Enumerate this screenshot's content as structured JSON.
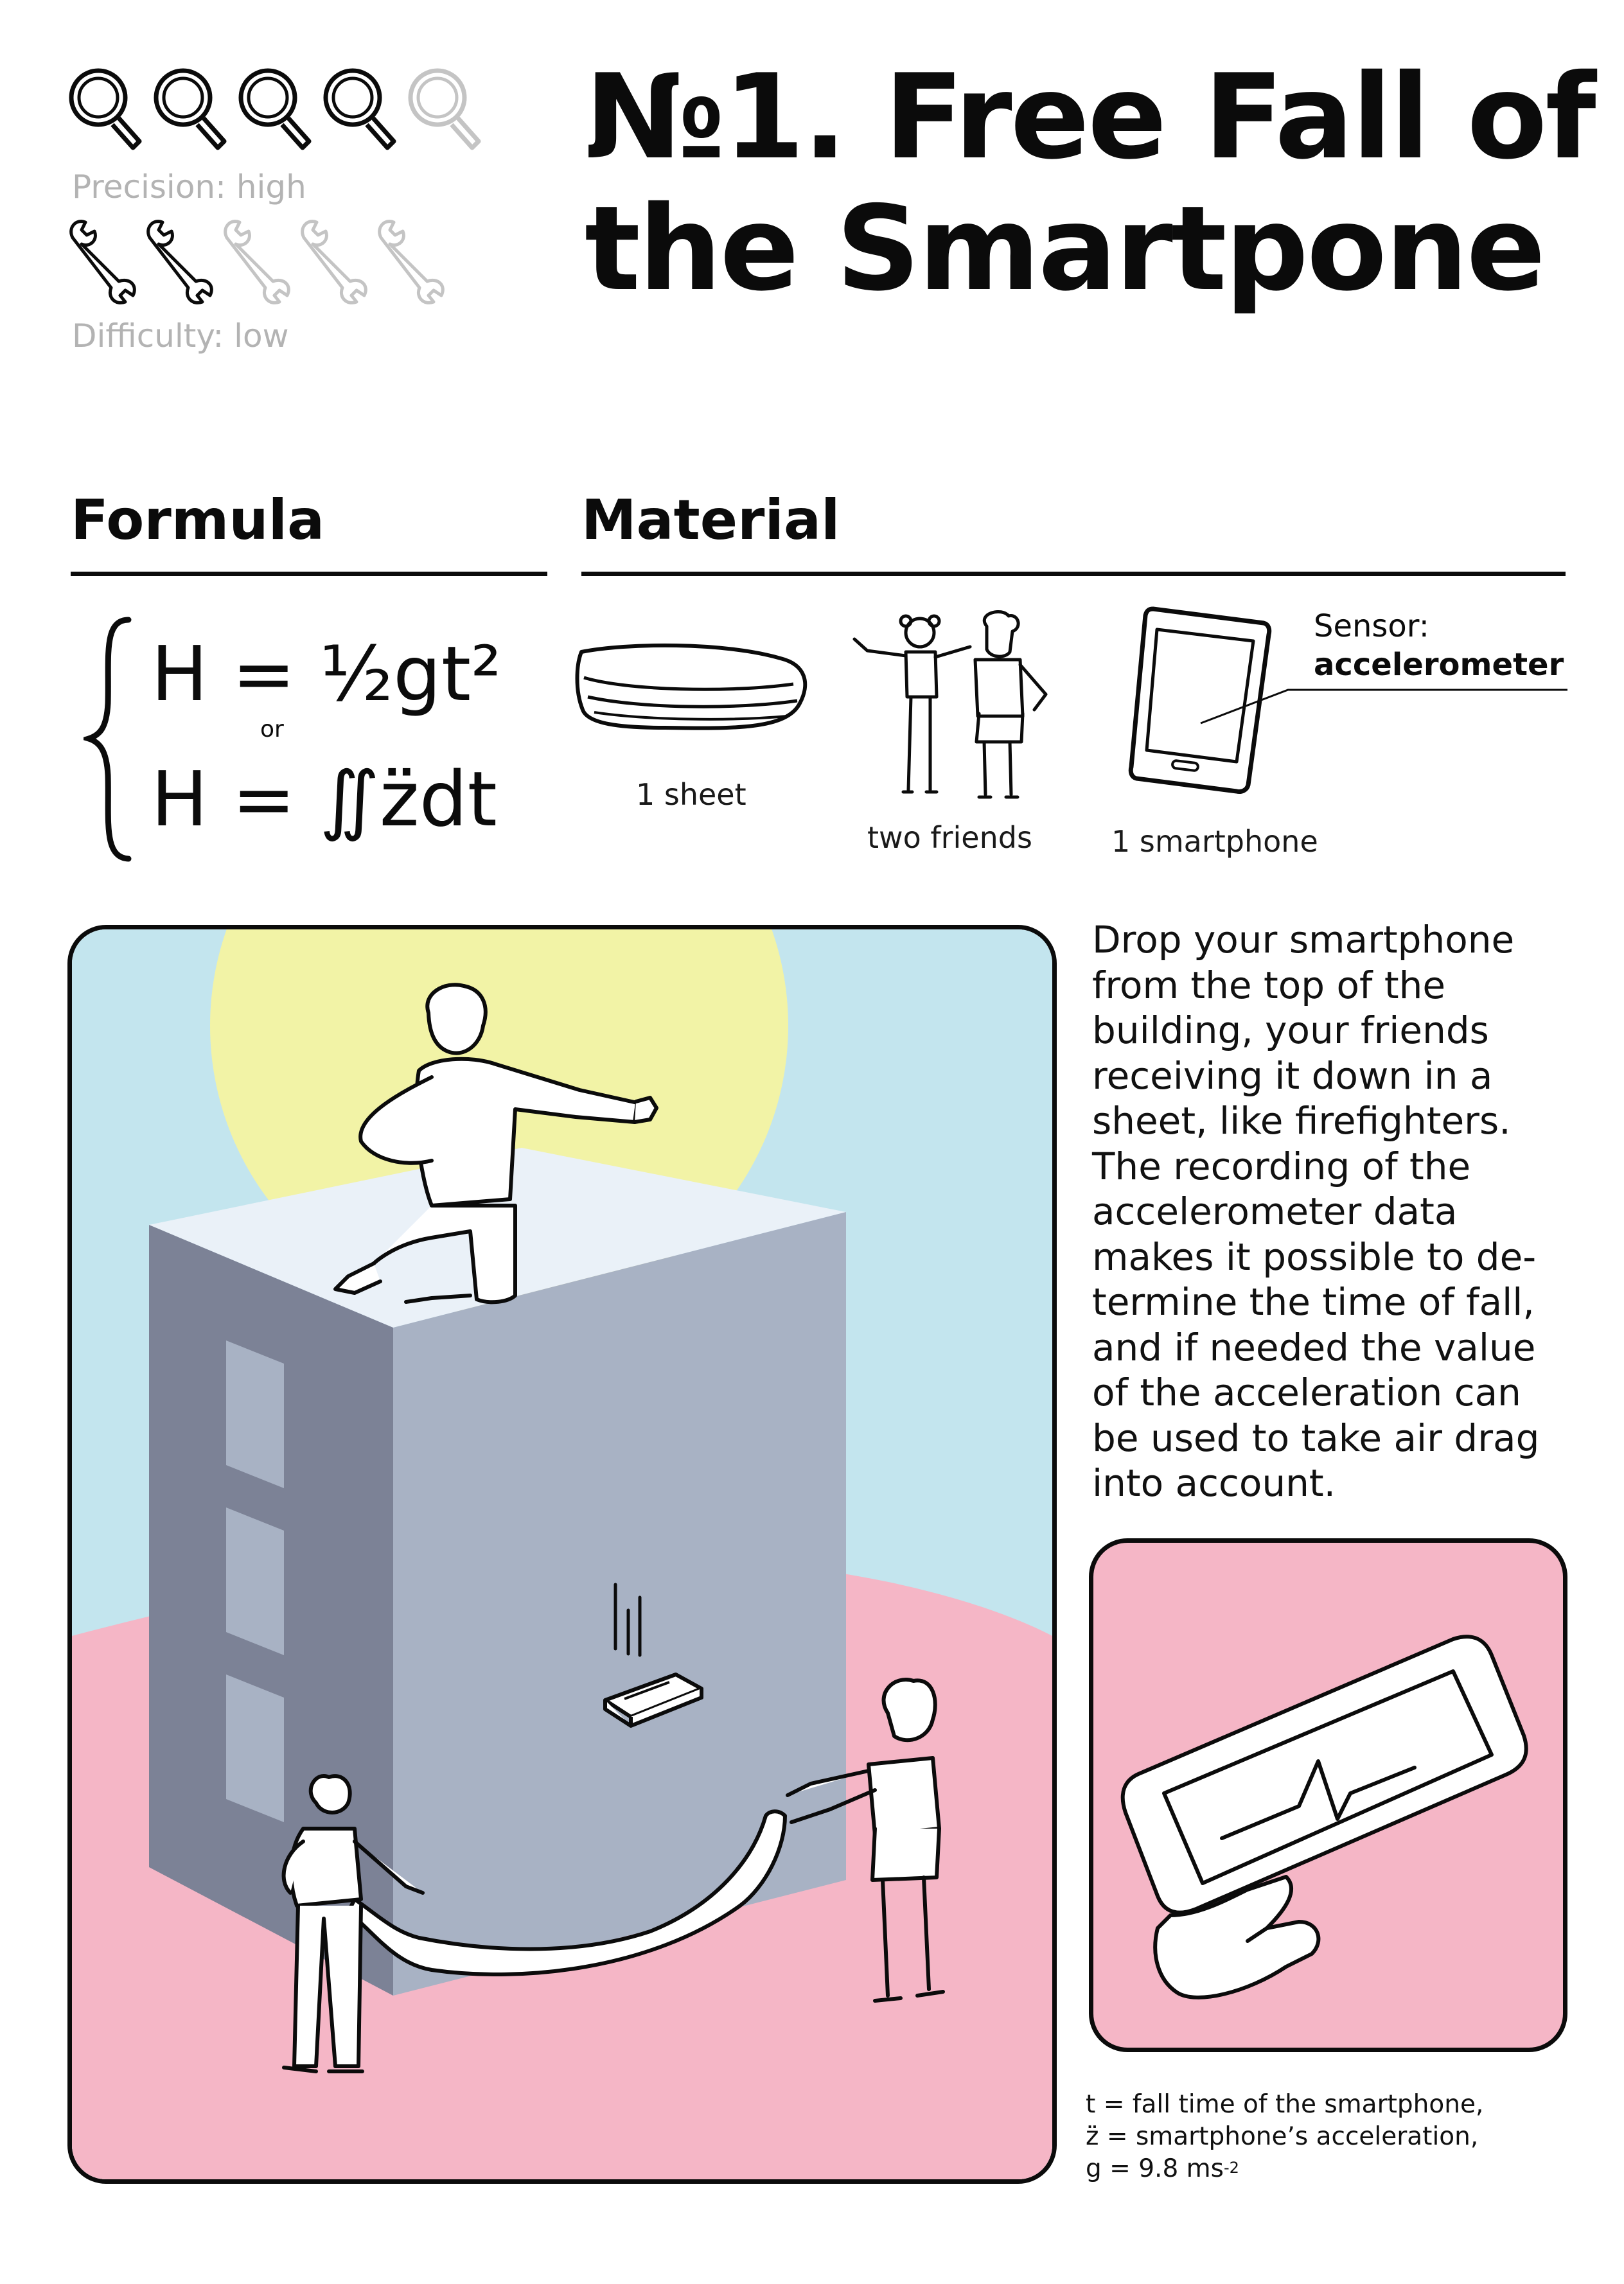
{
  "ratings": {
    "precision_label": "Precision: high",
    "precision_level": 4,
    "precision_max": 5,
    "difficulty_label": "Difficulty: low",
    "difficulty_level": 2,
    "difficulty_max": 5,
    "precision_icon": "magnifier-icon",
    "difficulty_icon": "wrench-icon"
  },
  "title": {
    "line1": "№1. Free Fall of",
    "line2": "the Smartpone"
  },
  "formula": {
    "heading": "Formula",
    "eq1": "H = ½gt²",
    "or": "or",
    "eq2": "H = ∬z̈dt"
  },
  "material": {
    "heading": "Material",
    "items": [
      {
        "label": "1 sheet",
        "icon": "folded-sheet-icon"
      },
      {
        "label": "two friends",
        "icon": "two-friends-icon"
      },
      {
        "label": "1 smartphone",
        "icon": "smartphone-icon"
      }
    ],
    "sensor_prefix": "Sensor:",
    "sensor_name": "accelerometer"
  },
  "description": [
    "Drop your smartphone",
    "from the top of the",
    "building, your friends",
    "receiving it down in a",
    "sheet, like firefighters.",
    "The recording of the",
    "accelerometer data",
    "makes it possible to de-",
    "termine the time of fall,",
    "and if needed the value",
    "of the acceleration can",
    "be used to take air drag",
    "into account."
  ],
  "legend": {
    "t": "t = fall time of the smartphone,",
    "z": "z̈  = smartphone’s acceleration,",
    "g_prefix": "g = 9.8 ms",
    "g_exp": "-2"
  },
  "colors": {
    "sky": "#c3e5ee",
    "sun": "#f2f3a6",
    "ground": "#f5b6c6",
    "building_front": "#a8b2c4",
    "building_side": "#7c8296",
    "building_top": "#eaf1f8",
    "rating_active": "#0b0b0b",
    "rating_inactive": "#c4c4c4"
  }
}
